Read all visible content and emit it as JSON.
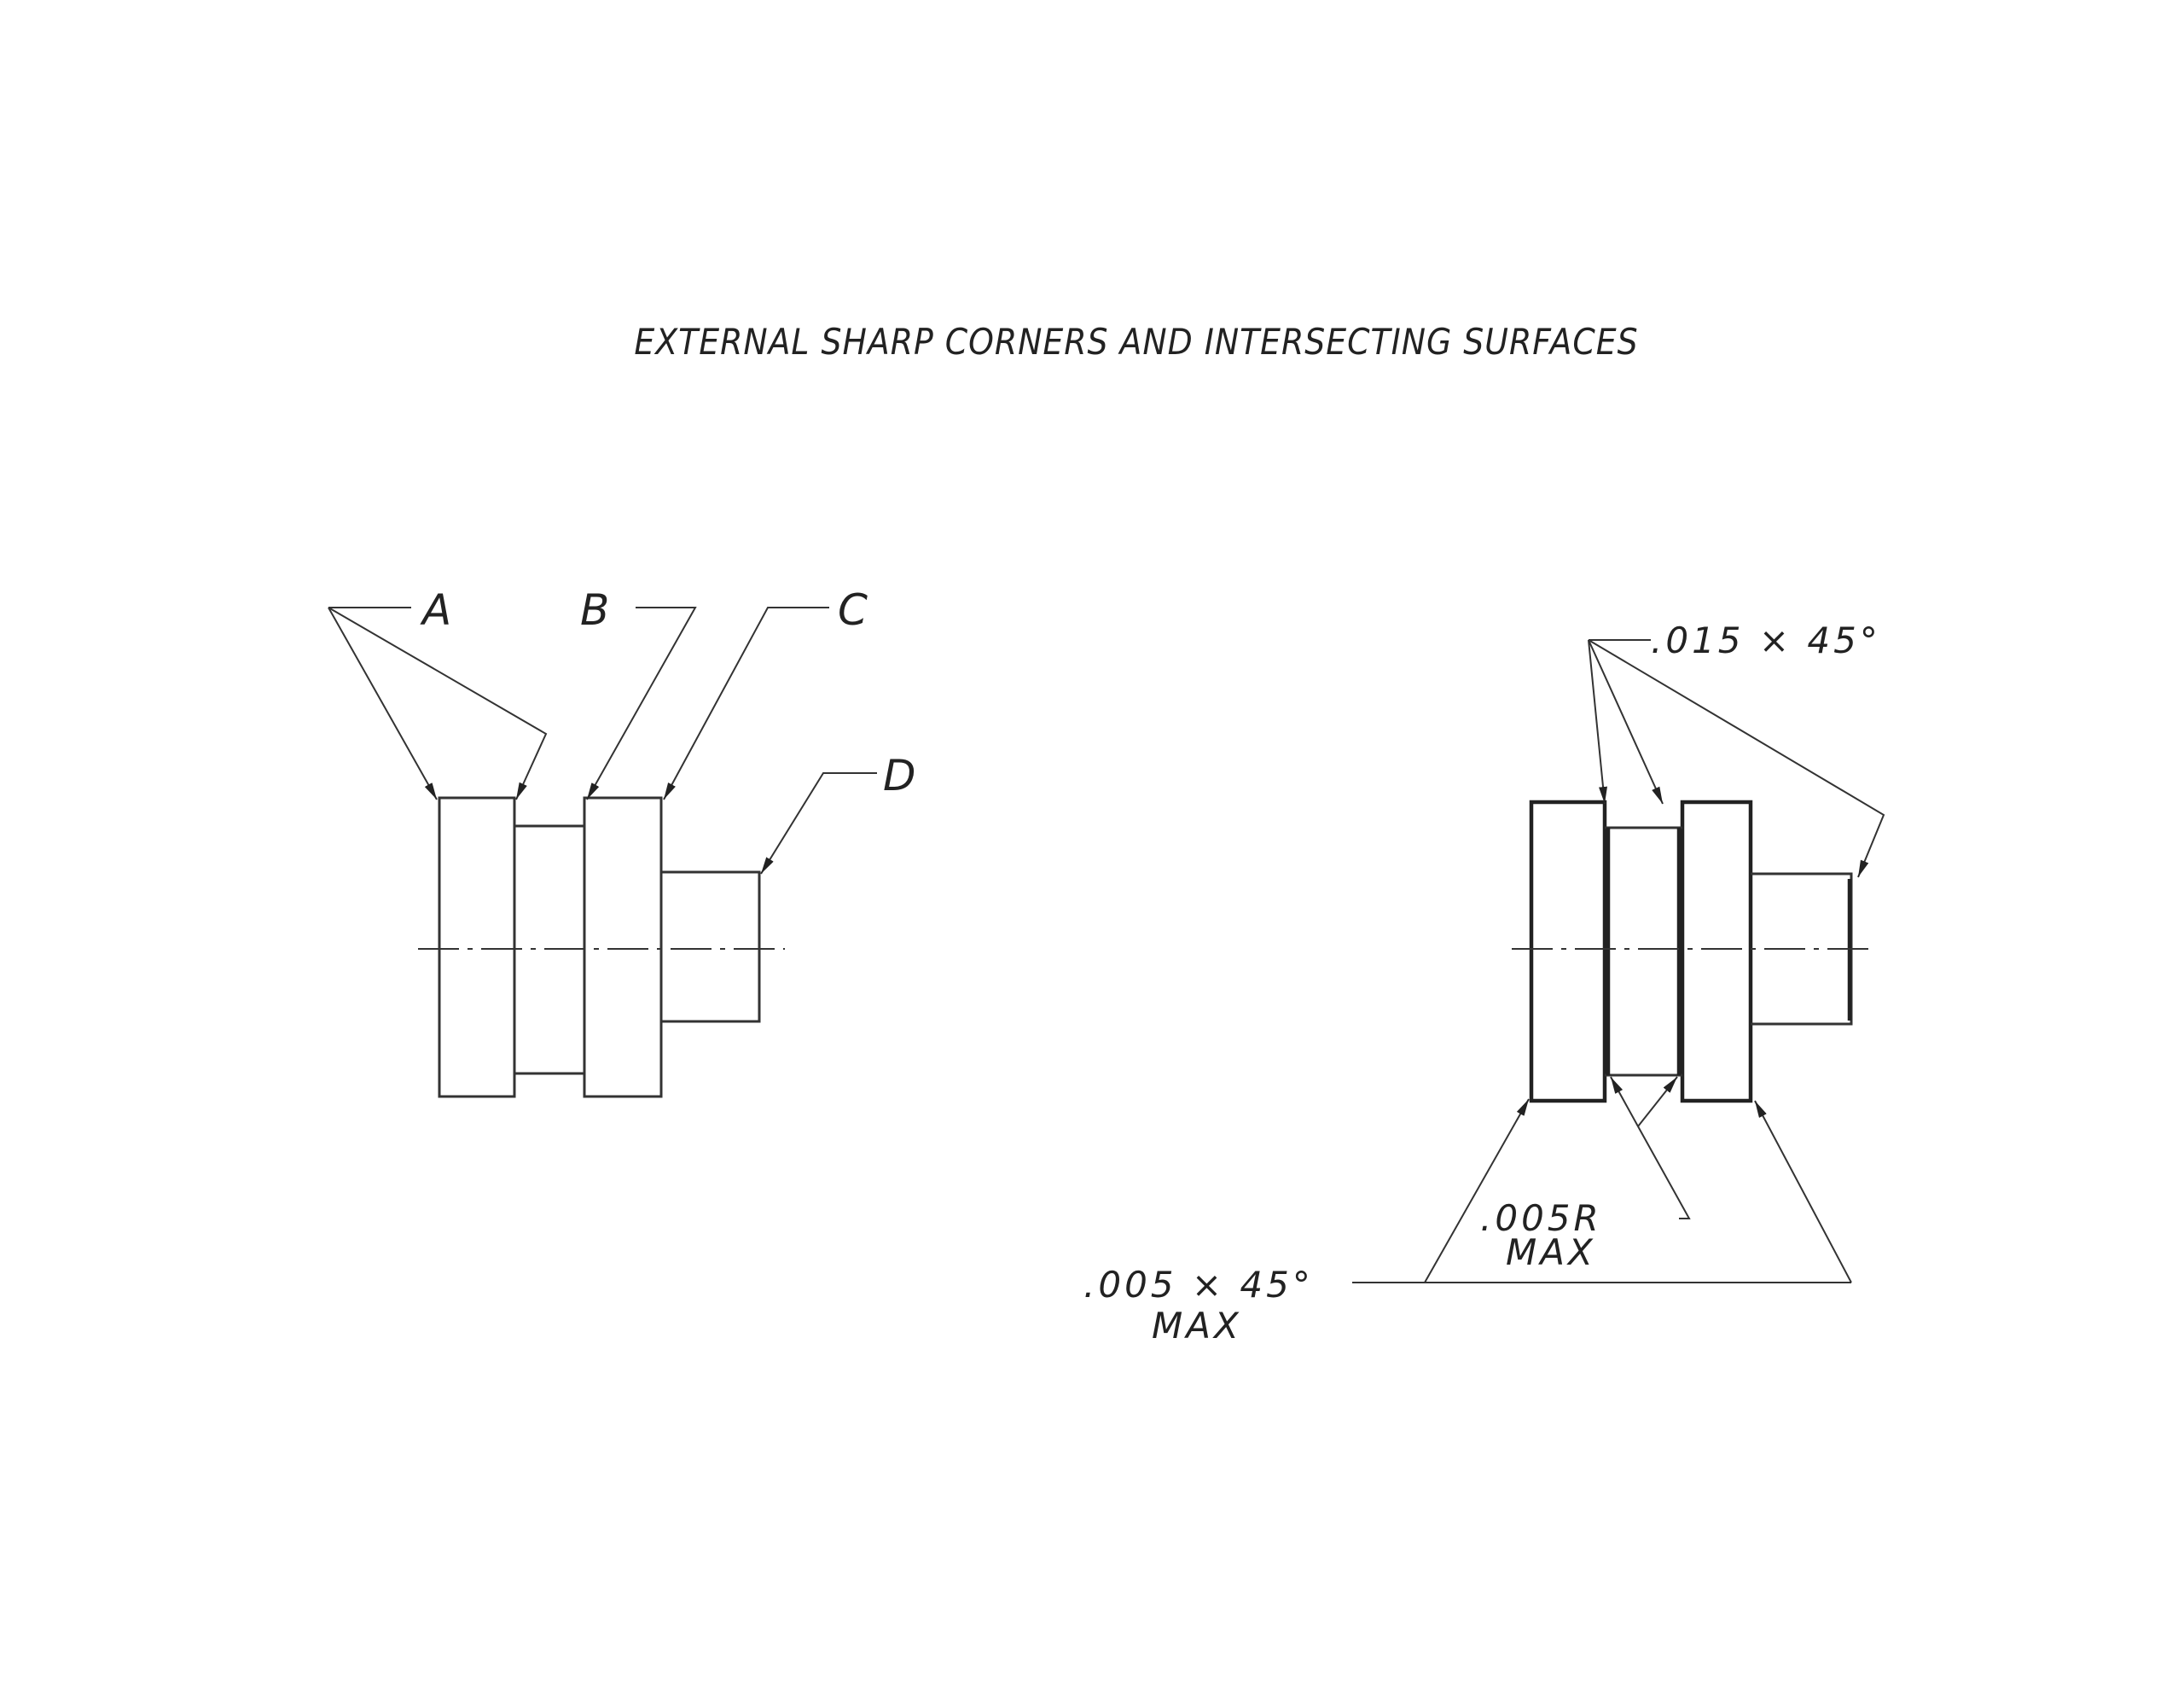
{
  "title": "EXTERNAL SHARP CORNERS AND INTERSECTING SURFACES",
  "left_view": {
    "labels": {
      "a": "A",
      "b": "B",
      "c": "C",
      "d": "D"
    }
  },
  "right_view": {
    "chamfer_top": ".015 × 45°",
    "radius_note": ".005R",
    "radius_max": "MAX",
    "chamfer_bottom": ".005 × 45°",
    "chamfer_bottom_max": "MAX"
  }
}
